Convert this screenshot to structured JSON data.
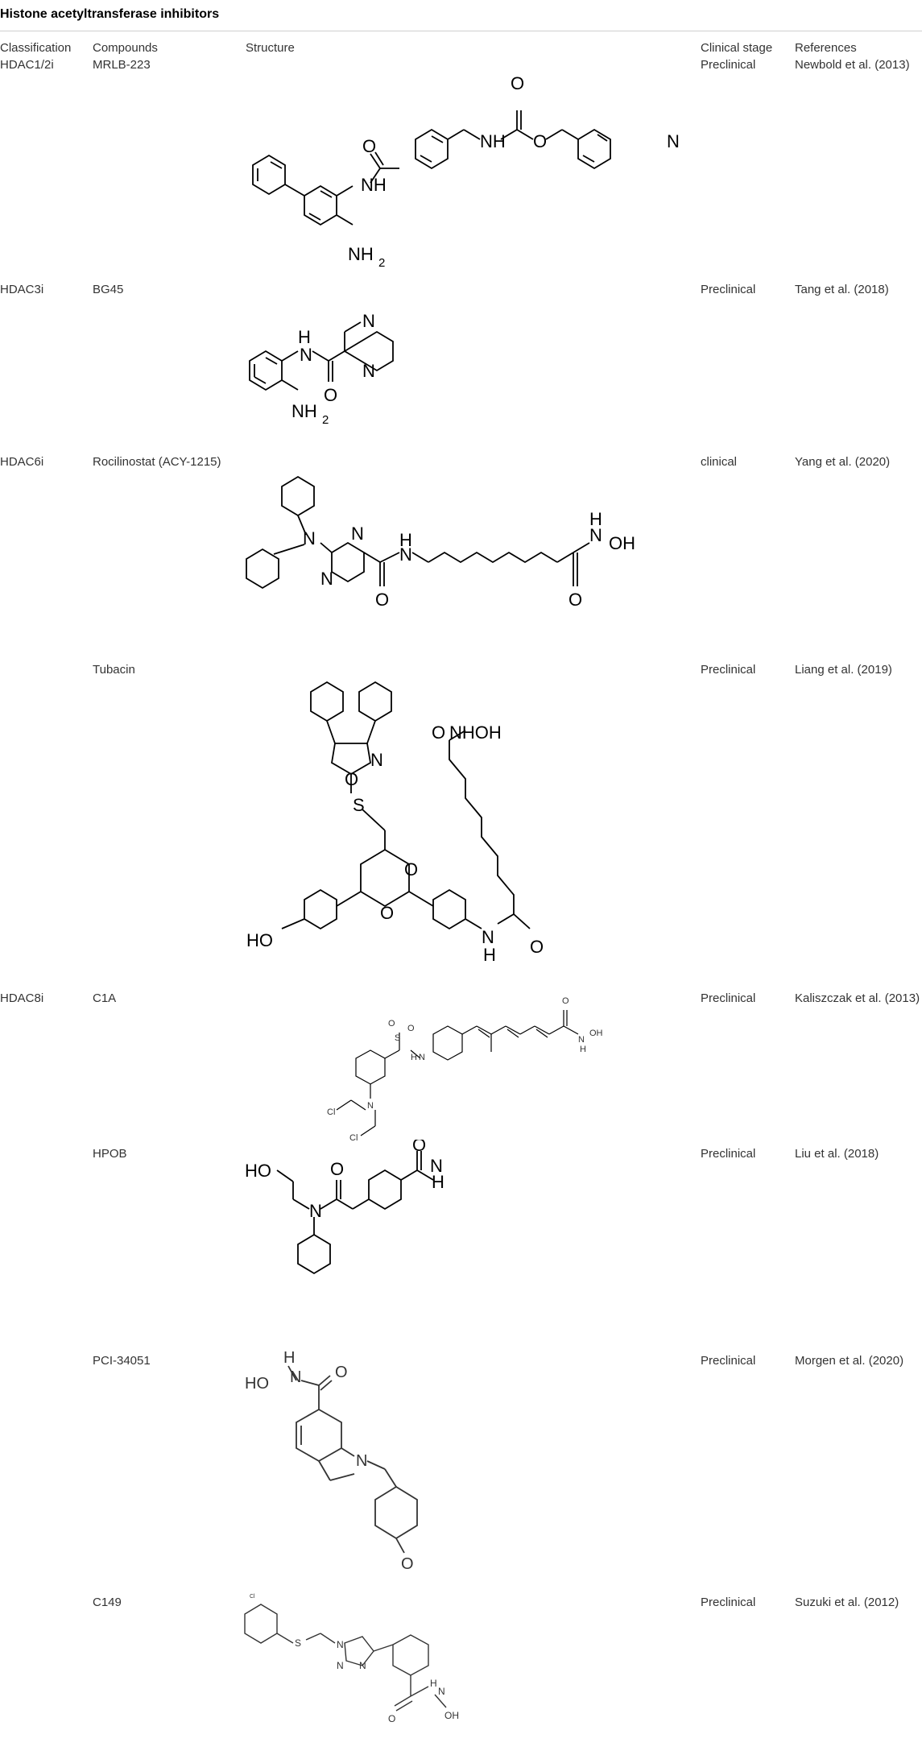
{
  "table": {
    "title": "Histone acetyltransferase inhibitors",
    "headers": {
      "classification": "Classification",
      "compounds": "Compounds",
      "structure": "Structure",
      "clinical_stage": "Clinical stage",
      "references": "References"
    },
    "rows": [
      {
        "classification": "HDAC1/2i",
        "compound": "MRLB-223",
        "stage": "Preclinical",
        "reference": "Newbold et al. (2013)"
      },
      {
        "classification": "HDAC3i",
        "compound": "BG45",
        "stage": "Preclinical",
        "reference": "Tang et al. (2018)"
      },
      {
        "classification": "HDAC6i",
        "compound": "Rocilinostat (ACY-1215)",
        "stage": "clinical",
        "reference": "Yang et al. (2020)"
      },
      {
        "classification": "",
        "compound": "Tubacin",
        "stage": "Preclinical",
        "reference": "Liang et al. (2019)"
      },
      {
        "classification": "HDAC8i",
        "compound": "C1A",
        "stage": "Preclinical",
        "reference": "Kaliszczak et al. (2013)"
      },
      {
        "classification": "",
        "compound": "HPOB",
        "stage": "Preclinical",
        "reference": "Liu et al. (2018)"
      },
      {
        "classification": "",
        "compound": "PCI-34051",
        "stage": "Preclinical",
        "reference": "Morgen et al. (2020)"
      },
      {
        "classification": "",
        "compound": "C149",
        "stage": "Preclinical",
        "reference": "Suzuki et al. (2012)"
      }
    ]
  },
  "structure_labels": {
    "mrlb": {
      "o1": "O",
      "o2": "O",
      "o3": "O",
      "n1": "N",
      "nh1": "NH",
      "nh2": "NH",
      "nh2b": "NH",
      "sub2": "2"
    },
    "bg45": {
      "h": "H",
      "n1": "N",
      "n2": "N",
      "n3": "N",
      "o": "O",
      "nh": "NH",
      "sub2": "2"
    },
    "rocil": {
      "n1": "N",
      "n2": "N",
      "n3": "N",
      "o1": "O",
      "o2": "O",
      "h1": "H",
      "h2": "H",
      "n4": "N",
      "n5": "N",
      "oh": "OH"
    },
    "tubacin": {
      "o1": "O",
      "n1": "N",
      "s": "S",
      "o2": "O",
      "nhoh": "NHOH",
      "o3": "O",
      "o4": "O",
      "ho": "HO",
      "n2": "N",
      "h": "H",
      "o5": "O"
    },
    "c1a": {
      "o1": "O",
      "o2": "O",
      "s": "S",
      "hn": "H",
      "n1": "N",
      "o3": "O",
      "n2": "N",
      "h2": "H",
      "oh": "OH",
      "cl1": "Cl",
      "cl2": "Cl",
      "n3": "N"
    },
    "hpob": {
      "ho": "HO",
      "o1": "O",
      "o2": "O",
      "n1": "N",
      "n2": "N",
      "h": "H"
    },
    "pci": {
      "h": "H",
      "n1": "N",
      "o1": "O",
      "ho": "HO",
      "n2": "N",
      "o2": "O"
    },
    "c149": {
      "cl": "Cl",
      "s": "S",
      "n1": "N",
      "n2": "N",
      "n3": "N",
      "o": "O",
      "h": "H",
      "n4": "N",
      "oh": "OH"
    }
  }
}
